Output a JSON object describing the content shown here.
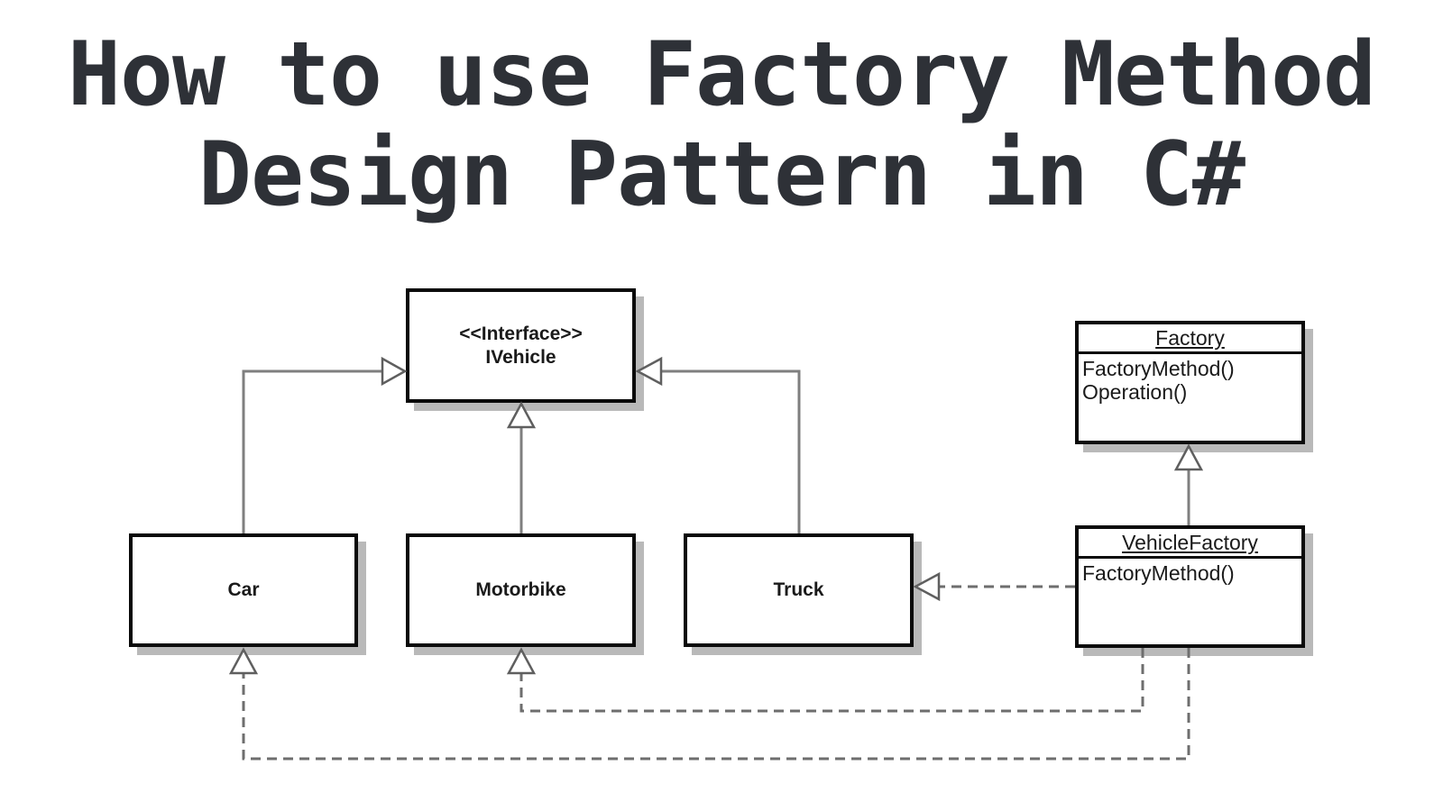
{
  "title": {
    "line1": "How to use Factory Method",
    "line2": "Design Pattern in C#"
  },
  "boxes": {
    "ivehicle": {
      "stereotype": "<<Interface>>",
      "name": "IVehicle"
    },
    "car": {
      "name": "Car"
    },
    "motorbike": {
      "name": "Motorbike"
    },
    "truck": {
      "name": "Truck"
    },
    "factory": {
      "name": "Factory",
      "method1": "FactoryMethod()",
      "method2": "Operation()"
    },
    "vehiclefactory": {
      "name": "VehicleFactory",
      "method1": "FactoryMethod()"
    }
  },
  "relationships": [
    {
      "from": "Car",
      "to": "IVehicle",
      "type": "realization",
      "line": "solid",
      "arrow": "hollow-triangle"
    },
    {
      "from": "Motorbike",
      "to": "IVehicle",
      "type": "realization",
      "line": "solid",
      "arrow": "hollow-triangle"
    },
    {
      "from": "Truck",
      "to": "IVehicle",
      "type": "realization",
      "line": "solid",
      "arrow": "hollow-triangle"
    },
    {
      "from": "VehicleFactory",
      "to": "Factory",
      "type": "inheritance",
      "line": "solid",
      "arrow": "hollow-triangle"
    },
    {
      "from": "VehicleFactory",
      "to": "Truck",
      "type": "dependency",
      "line": "dashed",
      "arrow": "hollow-triangle"
    },
    {
      "from": "VehicleFactory",
      "to": "Motorbike",
      "type": "dependency",
      "line": "dashed",
      "arrow": "hollow-triangle"
    },
    {
      "from": "VehicleFactory",
      "to": "Car",
      "type": "dependency",
      "line": "dashed",
      "arrow": "hollow-triangle"
    }
  ],
  "colors": {
    "background": "#ffffff",
    "title_text": "#2e3137",
    "box_border": "#0a0a0a",
    "box_fill": "#ffffff",
    "box_shadow": "#b9b9b9",
    "solid_line": "#7f7f7f",
    "dashed_line": "#6e6e6e",
    "box_text": "#1a1a1a"
  }
}
